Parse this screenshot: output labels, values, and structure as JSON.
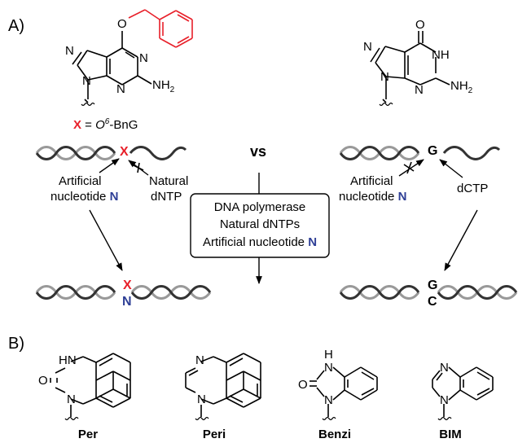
{
  "panels": {
    "a": "A)",
    "b": "B)"
  },
  "atoms": {
    "o": "O",
    "n": "N",
    "nh": "NH",
    "hn": "HN",
    "h": "H",
    "nh2_base": "NH",
    "sub2": "2"
  },
  "legend": {
    "x": "X",
    "eq_pre": " = ",
    "o6_o": "O",
    "o6_sup": "6",
    "o6_rest": "-BnG"
  },
  "vs": "vs",
  "left": {
    "artificial": "Artificial",
    "nucleotide": "nucleotide ",
    "n": "N",
    "natural": "Natural",
    "dntp": "dNTP",
    "x_top": "X",
    "x_bottom": "X",
    "n_bottom": "N"
  },
  "right": {
    "g_top": "G",
    "artificial": "Artificial",
    "nucleotide": "nucleotide ",
    "n": "N",
    "dctp": "dCTP",
    "g_bottom": "G",
    "c_bottom": "C"
  },
  "box": {
    "line1": "DNA polymerase",
    "line2": "Natural dNTPs",
    "line3_text": "Artificial nucleotide ",
    "line3_n": "N"
  },
  "compounds": [
    "Per",
    "Peri",
    "Benzi",
    "BIM"
  ],
  "colors": {
    "red": "#e8202a",
    "blue": "#2e3f96",
    "black": "#000000"
  }
}
